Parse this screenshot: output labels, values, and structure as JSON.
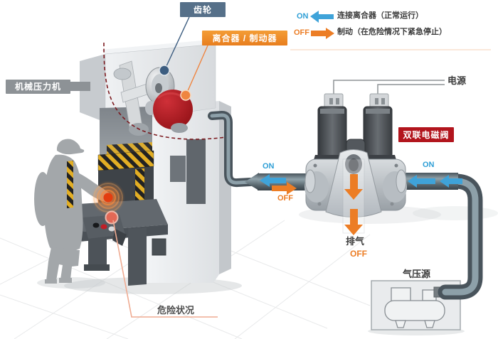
{
  "labels": {
    "gear": "齿轮",
    "clutch_brake": "离合器 / 制动器",
    "press": "机械压力机",
    "solenoid_valve": "双联电磁阀",
    "power": "电源",
    "air_source": "气压源",
    "danger": "危险状况"
  },
  "legend": {
    "on": {
      "state": "ON",
      "desc": "连接离合器（正常运行）"
    },
    "off": {
      "state": "OFF",
      "desc": "制动（在危险情况下紧急停止）"
    }
  },
  "flows": {
    "left_pipe": {
      "on": "ON",
      "off": "OFF"
    },
    "right_pipe": {
      "on": "ON"
    },
    "exhaust": {
      "label": "排气",
      "state": "OFF"
    }
  },
  "colors": {
    "flow_on_blue": "#3fa3d9",
    "flow_off_orange": "#ec7d25",
    "gear_label_bg": "#567089",
    "clutch_label_bg": "#ef8b28",
    "press_label_bg": "#8d9296",
    "valve_label_bg": "#b2151d",
    "clutch_disc_red": "#a8141a",
    "text_dark": "#3b3b3b"
  }
}
